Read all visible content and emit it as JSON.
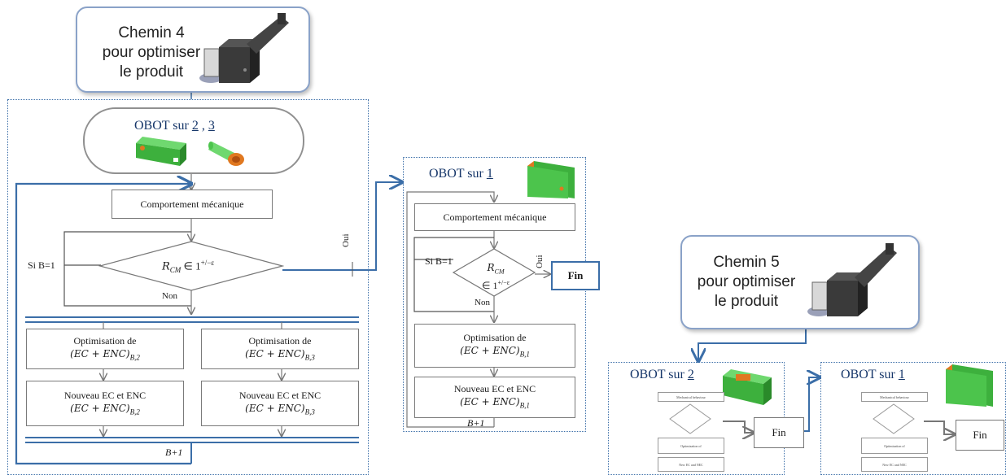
{
  "callouts": {
    "chemin4": {
      "line1": "Chemin 4",
      "line2": "pour optimiser",
      "line3": "le produit"
    },
    "chemin5": {
      "line1": "Chemin 5",
      "line2": "pour optimiser",
      "line3": "le produit"
    }
  },
  "left": {
    "title_prefix": "OBOT sur",
    "title_a": "2",
    "title_sep": ",",
    "title_b": "3",
    "comportement": "Comportement mécanique",
    "decision": "R_CM ∈ 1^{+/−ε}",
    "decision_main": "R",
    "decision_sub": "CM",
    "decision_rest": " ∈ 1",
    "decision_sup": "+/−ε",
    "si": "Si B=1",
    "non": "Non",
    "oui": "Oui",
    "opt_label": "Optimisation de",
    "opt_b2": "(EC + ENC)B,2",
    "opt_b3": "(EC + ENC)B,3",
    "opt_b2_main": "(EC + ENC)",
    "opt_b2_sub": "B,2",
    "opt_b3_main": "(EC + ENC)",
    "opt_b3_sub": "B,3",
    "new_label": "Nouveau EC et ENC",
    "loop": "B+1"
  },
  "middle": {
    "title_prefix": "OBOT sur",
    "title_a": "1",
    "comportement": "Comportement mécanique",
    "decision_main": "R",
    "decision_sub": "CM",
    "decision_rest": "∈ 1",
    "decision_sup": "+/−ε",
    "si": "Si B=1",
    "non": "Non",
    "oui": "Oui",
    "fin": "Fin",
    "opt_label": "Optimisation de",
    "opt_main": "(EC + ENC)",
    "opt_sub": "B,1",
    "new_label": "Nouveau EC et ENC",
    "loop": "B+1"
  },
  "right": {
    "panel1": {
      "title_prefix": "OBOT sur",
      "title_a": "2",
      "fin": "Fin"
    },
    "panel2": {
      "title_prefix": "OBOT sur",
      "title_a": "1",
      "fin": "Fin"
    },
    "mini_comportement": "Mechanical behaviour",
    "mini_opt": "Optimization of",
    "mini_new": "New EC and NEC"
  },
  "colors": {
    "accent": "#3b6ea8",
    "part_green": "#3db03d",
    "part_orange": "#e07820",
    "callout_border": "#8aa2c8"
  }
}
